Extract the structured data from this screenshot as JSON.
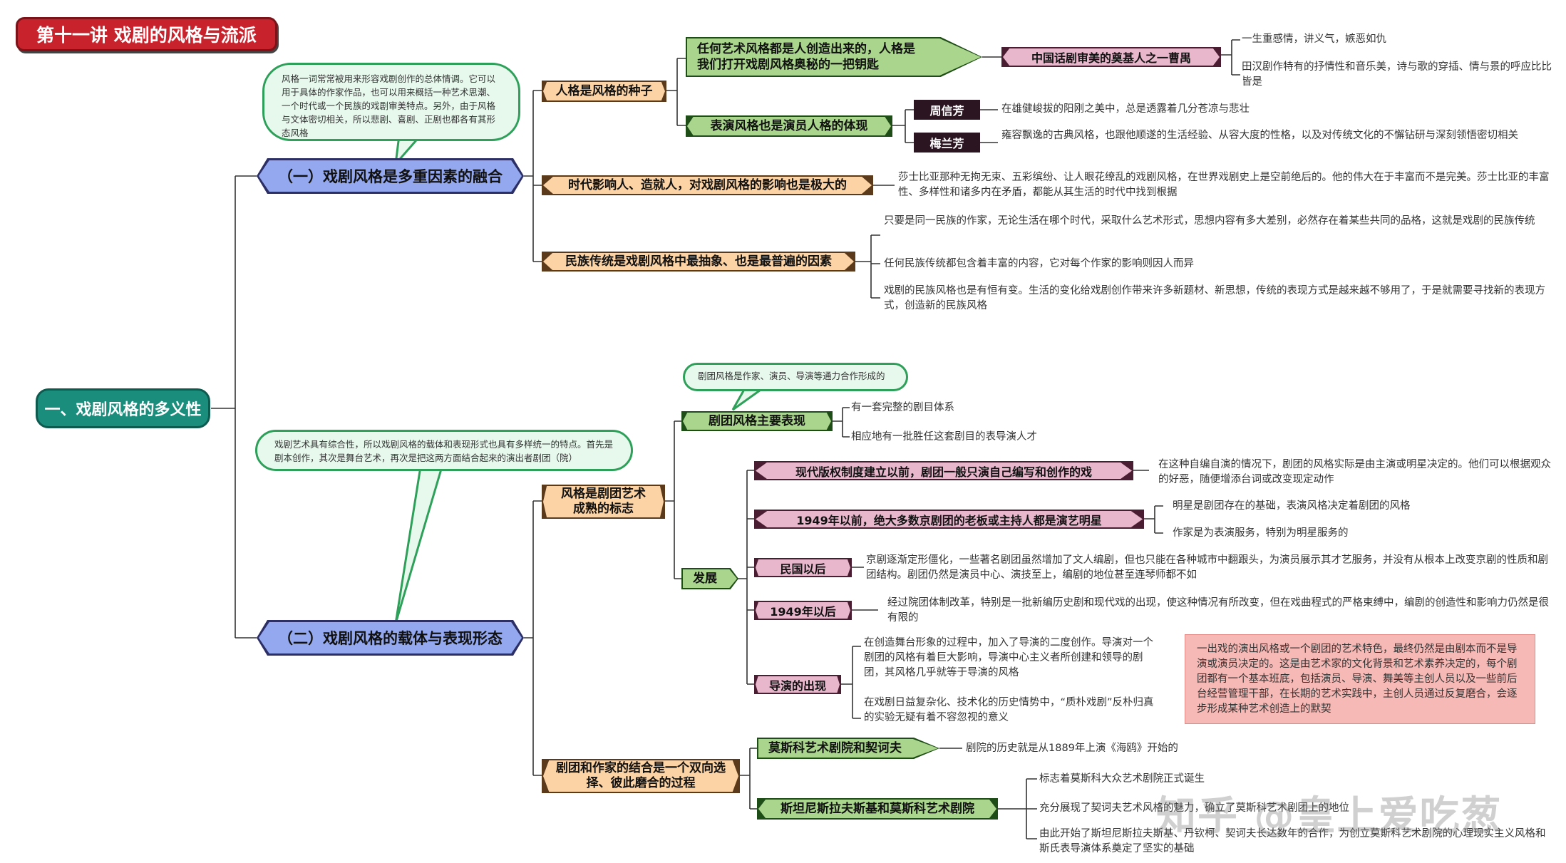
{
  "title": "第十一讲 戏剧的风格与流派",
  "root": "一、戏剧风格的多义性",
  "branch1": {
    "label": "（一）戏剧风格是多重因素的融合",
    "note": "风格一词常常被用来形容戏剧创作的总体情调。它可以用于具体的作家作品，也可以用来概括一种艺术思潮、一个时代或一个民族的戏剧审美特点。另外，由于风格与文体密切相关，所以悲剧、喜剧、正剧也都各有其形态风格",
    "seed": {
      "label": "人格是风格的种子",
      "c1": "任何艺术风格都是人创造出来的，人格是我们打开戏剧风格奥秘的一把钥匙",
      "cao": "中国话剧审美的奠基人之一曹禺",
      "cao_leaves": [
        "一生重感情，讲义气，嫉恶如仇",
        "田汉剧作特有的抒情性和音乐美，诗与歌的穿插、情与景的呼应比比皆是"
      ],
      "c2": "表演风格也是演员人格的体现",
      "zhou": "周信芳",
      "zhou_leaf": "在雄健峻拔的阳刚之美中，总是透露着几分苍凉与悲壮",
      "mei": "梅兰芳",
      "mei_leaf": "雍容飘逸的古典风格，也跟他顺遂的生活经验、从容大度的性格，以及对传统文化的不懈钻研与深刻领悟密切相关"
    },
    "era": {
      "label": "时代影响人、造就人，对戏剧风格的影响也是极大的",
      "leaf": "莎士比亚那种无拘无束、五彩缤纷、让人眼花缭乱的戏剧风格，在世界戏剧史上是空前绝后的。他的伟大在于丰富而不是完美。莎士比亚的丰富性、多样性和诸多内在矛盾，都能从其生活的时代中找到根据"
    },
    "nation": {
      "label": "民族传统是戏剧风格中最抽象、也是最普遍的因素",
      "leaves": [
        "只要是同一民族的作家，无论生活在哪个时代，采取什么艺术形式，思想内容有多大差别，必然存在着某些共同的品格，这就是戏剧的民族传统",
        "任何民族传统都包含着丰富的内容，它对每个作家的影响则因人而异",
        "戏剧的民族风格也是有恒有变。生活的变化给戏剧创作带来许多新题材、新思想，传统的表现方式是越来越不够用了，于是就需要寻找新的表现方式，创造新的民族风格"
      ]
    }
  },
  "branch2": {
    "label": "（二）戏剧风格的载体与表现形态",
    "note": "戏剧艺术具有综合性，所以戏剧风格的载体和表现形式也具有多样统一的特点。首先是剧本创作，其次是舞台艺术，再次是把这两方面结合起来的演出者剧团（院）",
    "mark": {
      "label": "风格是剧团艺术成熟的标志",
      "main": {
        "label": "剧团风格主要表现",
        "note": "剧团风格是作家、演员、导演等通力合作形成的",
        "leaves": [
          "有一套完整的剧目体系",
          "相应地有一批胜任这套剧目的表导演人才"
        ]
      },
      "dev": {
        "label": "发展",
        "items": [
          {
            "label": "现代版权制度建立以前，剧团一般只演自己编写和创作的戏",
            "leaves": [
              "在这种自编自演的情况下，剧团的风格实际是由主演或明星决定的。他们可以根据观众的好恶，随便增添台词或改变现定动作"
            ]
          },
          {
            "label": "1949年以前，绝大多数京剧团的老板或主持人都是演艺明星",
            "leaves": [
              "明星是剧团存在的基础，表演风格决定着剧团的风格",
              "作家是为表演服务，特别为明星服务的"
            ]
          },
          {
            "label": "民国以后",
            "leaves": [
              "京剧逐渐定形僵化，一些著名剧团虽然增加了文人编剧，但也只能在各种城市中翻跟头，为演员展示其才艺服务，并没有从根本上改变京剧的性质和剧团结构。剧团仍然是演员中心、演技至上，编剧的地位甚至连琴师都不如"
            ]
          },
          {
            "label": "1949年以后",
            "leaves": [
              "经过院团体制改革，特别是一批新编历史剧和现代戏的出现，使这种情况有所改变，但在戏曲程式的严格束缚中，编剧的创造性和影响力仍然是很有限的"
            ]
          },
          {
            "label": "导演的出现",
            "leaves": [
              "在创造舞台形象的过程中，加入了导演的二度创作。导演对一个剧团的风格有着巨大影响，导演中心主义者所创建和领导的剧团，其风格几乎就等于导演的风格",
              "在戏剧日益复杂化、技术化的历史情势中，“质朴戏剧”反朴归真的实验无疑有着不容忽视的意义"
            ]
          }
        ]
      }
    },
    "pink_note": "一出戏的演出风格或一个剧团的艺术特色，最终仍然是由剧本而不是导演或演员决定的。这是由艺术家的文化背景和艺术素养决定的，每个剧团都有一个基本班底，包括演员、导演、舞美等主创人员以及一些前后台经营管理干部，在长期的艺术实践中，主创人员通过反复磨合，会逐步形成某种艺术创造上的默契",
    "choice": {
      "label": "剧团和作家的结合是一个双向选择、彼此磨合的过程",
      "mxat": "莫斯科艺术剧院和契诃夫",
      "mxat_leaf": "剧院的历史就是从1889年上演《海鸥》开始的",
      "stan": "斯坦尼斯拉夫斯基和莫斯科艺术剧院",
      "stan_leaves": [
        "标志着莫斯科大众艺术剧院正式诞生",
        "充分展现了契诃夫艺术风格的魅力，确立了莫斯科艺术剧团上的地位",
        "由此开始了斯坦尼斯拉夫斯基、丹钦柯、契诃夫长达数年的合作，为创立莫斯科艺术剧院的心理现实主义风格和斯氏表导演体系奠定了坚实的基础"
      ]
    }
  },
  "watermark": "知乎 @皇上爱吃葱"
}
